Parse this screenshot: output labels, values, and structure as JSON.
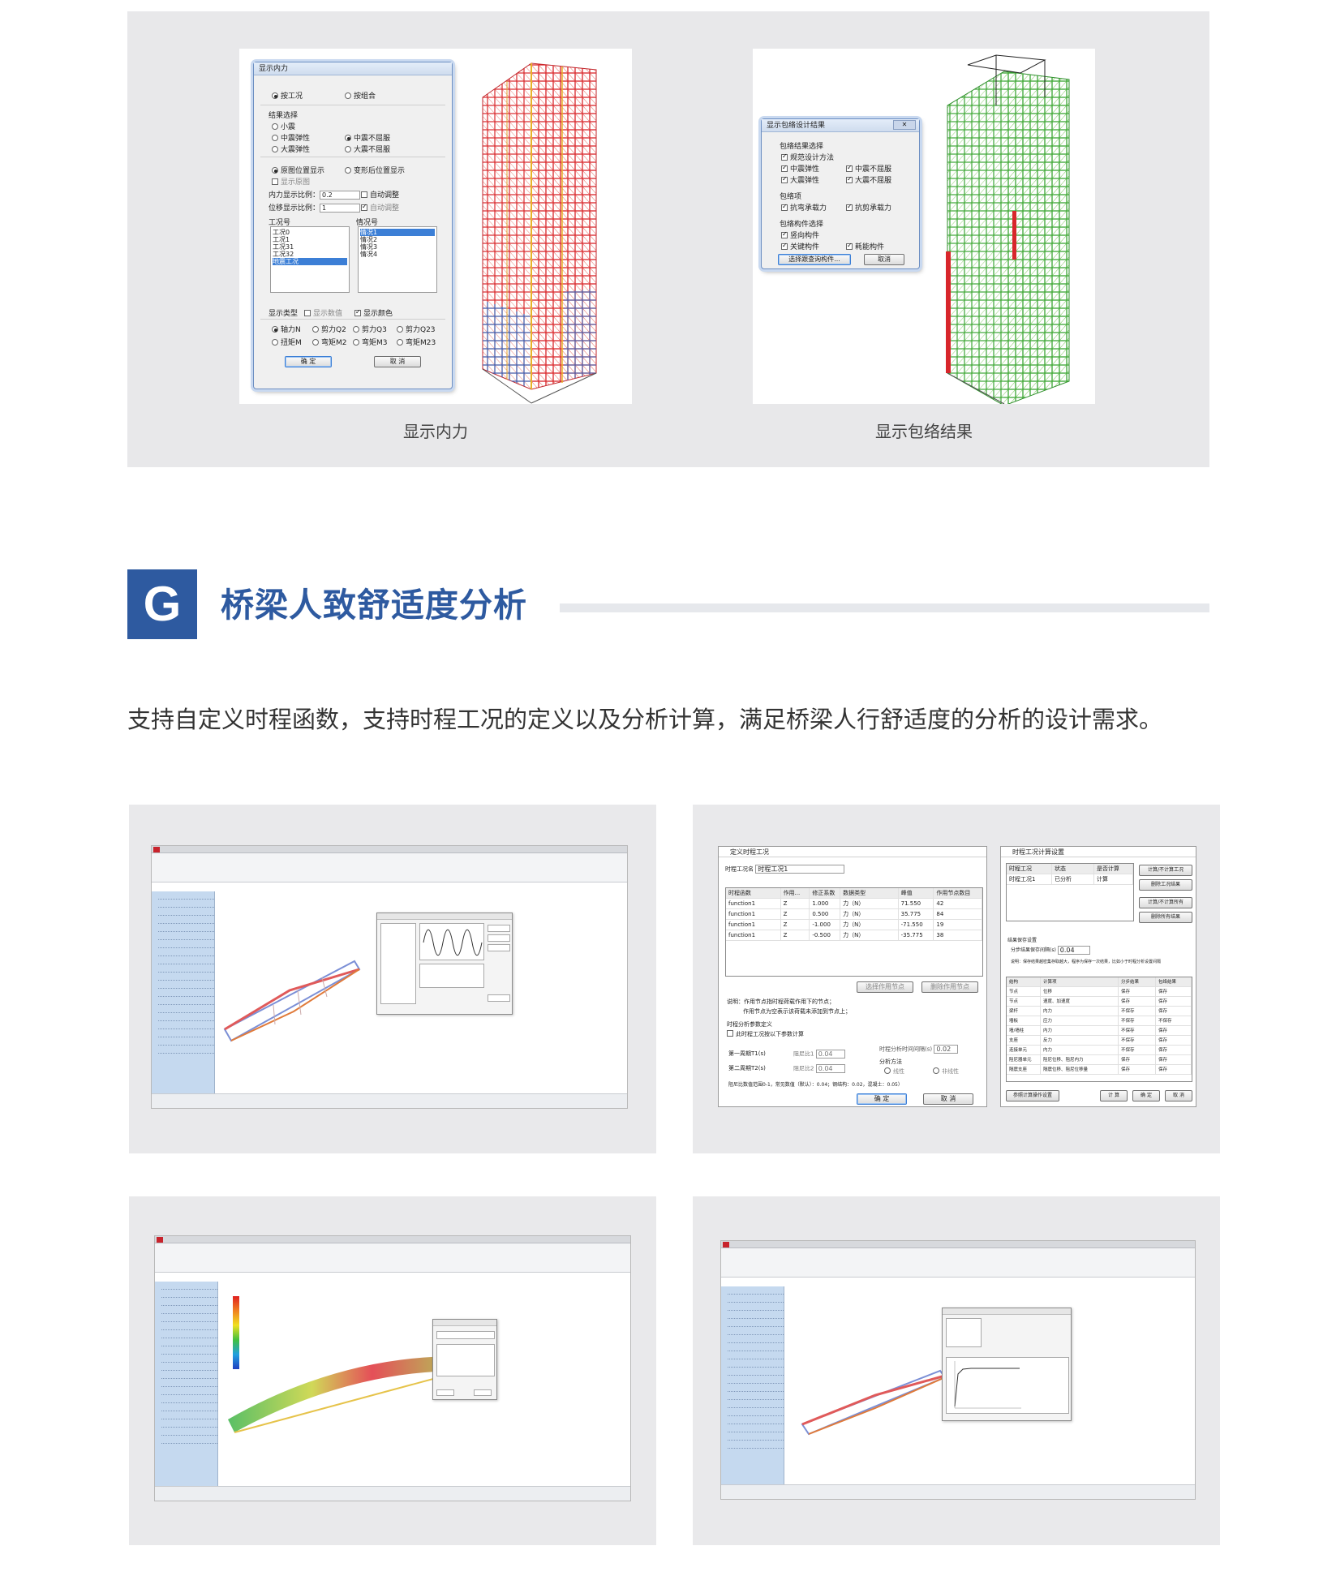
{
  "top": {
    "left_caption": "显示内力",
    "right_caption": "显示包络结果",
    "dialog_internal_force": {
      "title": "显示内力",
      "opt_by_case": "按工况",
      "opt_by_combo": "按组合",
      "result_select_label": "结果选择",
      "r_small_quake": "小震",
      "r_mid_elastic": "中震弹性",
      "r_mid_no_yield": "中震不屈服",
      "r_large_elastic": "大震弹性",
      "r_large_no_yield": "大震不屈服",
      "r_orig_pos": "原图位置显示",
      "r_deformed_pos": "变形后位置显示",
      "c_show_orig": "显示原图",
      "force_scale_label": "内力显示比例：",
      "force_scale_value": "0.2",
      "auto_adjust_1": "自动调整",
      "disp_scale_label": "位移显示比例：",
      "disp_scale_value": "1",
      "auto_adjust_2": "自动调整",
      "case_no_label": "工况号",
      "case_items": [
        "工况0",
        "工况1",
        "工况31",
        "工况32",
        "地震工况"
      ],
      "scenario_label": "情况号",
      "scenario_items": [
        "情况1",
        "情况2",
        "情况3",
        "情况4"
      ],
      "display_type_label": "显示类型",
      "c_show_value": "显示数值",
      "c_show_color": "显示颜色",
      "f_axial": "轴力N",
      "f_shear2": "剪力Q2",
      "f_shear3": "剪力Q3",
      "f_shear23": "剪力Q23",
      "f_torsion": "扭矩M",
      "f_moment2": "弯矩M2",
      "f_moment3": "弯矩M3",
      "f_moment23": "弯矩M23",
      "ok": "确 定",
      "cancel": "取 消"
    },
    "dialog_envelope": {
      "title": "显示包络设计结果",
      "envelope_select_label": "包络结果选择",
      "c_code_method": "规范设计方法",
      "c_mid_elastic": "中震弹性",
      "c_mid_no_yield": "中震不屈服",
      "c_large_elastic": "大震弹性",
      "c_large_no_yield": "大震不屈服",
      "envelope_item_label": "包络项",
      "c_bending": "抗弯承载力",
      "c_shear": "抗剪承载力",
      "member_select_label": "包络构件选择",
      "c_vertical": "竖向构件",
      "c_key": "关键构件",
      "c_energy": "耗能构件",
      "btn_select": "选择跟查询构件...",
      "btn_cancel": "取消"
    }
  },
  "section": {
    "letter": "G",
    "title": "桥梁人致舒适度分析",
    "description": "支持自定义时程函数，支持时程工况的定义以及分析计算，满足桥梁人行舒适度的分析的设计需求。"
  },
  "timehistory": {
    "title": "定义时程工况",
    "case_name_label": "时程工况名",
    "case_name_value": "时程工况1",
    "table_headers": [
      "时程函数",
      "作用...",
      "修正系数",
      "数据类型",
      "峰值",
      "作用节点数目"
    ],
    "rows": [
      [
        "function1",
        "Z",
        "1.000",
        "力（N）",
        "71.550",
        "42"
      ],
      [
        "function1",
        "Z",
        "0.500",
        "力（N）",
        "35.775",
        "84"
      ],
      [
        "function1",
        "Z",
        "-1.000",
        "力（N）",
        "-71.550",
        "19"
      ],
      [
        "function1",
        "Z",
        "-0.500",
        "力（N）",
        "-35.775",
        "38"
      ]
    ],
    "btn_select_nodes": "选择作用节点",
    "btn_delete_nodes": "删除作用节点",
    "note_1": "说明：作用节点指时程荷载作用下的节点；",
    "note_2": "作用节点为空表示该荷载未添加到节点上；",
    "params_label": "时程分析参数定义",
    "c_param_follow": "此时程工况按以下参数计算",
    "period1_label": "第一周期T1(s)",
    "damping1_label": "阻尼比1",
    "damping1_value": "0.04",
    "period2_label": "第二周期T2(s)",
    "damping2_label": "阻尼比2",
    "damping2_value": "0.04",
    "step_label": "时程分析时间间隔(s)",
    "step_value": "0.02",
    "method_label": "分析方法",
    "method_linear": "线性",
    "method_nonlinear": "非线性",
    "damping_range_note": "阻尼比数值范围0-1，常见数值（默认）：0.04；钢结构：0.02，混凝土：0.05）",
    "ok": "确 定",
    "cancel": "取 消"
  },
  "timehistory_calc": {
    "title": "时程工况计算设置",
    "headers": [
      "时程工况",
      "状态",
      "是否计算"
    ],
    "row": [
      "时程工况1",
      "已分析",
      "计算"
    ],
    "btn_calc_selected": "计算/不计算工况",
    "btn_delete_result": "删除工况结果",
    "btn_calc_all": "计算/不计算所有",
    "btn_delete_all": "删除所有结果",
    "save_label": "结果保存设置",
    "save_interval_label": "分步结果保存间隔(s)",
    "save_interval_value": "0.04",
    "save_note": "说明：保存结果越密集存取越大，程序为保存一次结果，比如小于时程分析设置间隔",
    "result_headers": [
      "结构",
      "计算项",
      "分步结果",
      "包络结果"
    ],
    "result_rows": [
      [
        "节点",
        "位移",
        "保存",
        "保存"
      ],
      [
        "节点",
        "速度、加速度",
        "保存",
        "保存"
      ],
      [
        "梁杆",
        "内力",
        "不保存",
        "保存"
      ],
      [
        "墙板",
        "应力",
        "不保存",
        "不保存"
      ],
      [
        "墙/墙柱",
        "内力",
        "不保存",
        "保存"
      ],
      [
        "支座",
        "反力",
        "不保存",
        "保存"
      ],
      [
        "连接单元",
        "内力",
        "不保存",
        "保存"
      ],
      [
        "阻尼器单元",
        "阻尼位移、阻尼内力",
        "保存",
        "保存"
      ],
      [
        "隔震支座",
        "隔震位移、阻尼位移量",
        "保存",
        "保存"
      ]
    ],
    "btn_export": "参照计算操作设置",
    "btn_calc": "计 算",
    "btn_ok": "确 定",
    "btn_cancel": "取 消"
  },
  "colors": {
    "brand_blue": "#2e5aa0",
    "panel_grey": "#e8e8ea",
    "frame_red": "#d8262b",
    "frame_green": "#3aa536",
    "frame_blue": "#2f6fc9"
  }
}
